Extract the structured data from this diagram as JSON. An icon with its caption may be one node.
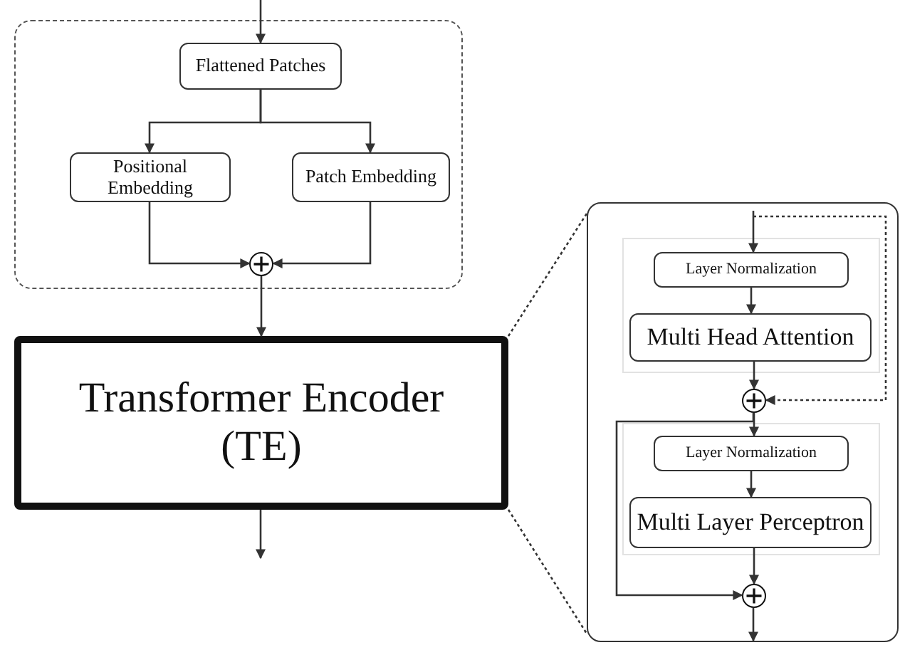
{
  "diagram": {
    "nodes": [
      {
        "text": [],
        "shape": "box"
      },
      {
        "text": [
          "Flattened Patches"
        ],
        "in": 0
      },
      {
        "text": [
          "Positional Embedding"
        ],
        "in": 0
      },
      {
        "text": [
          "Patch Embedding"
        ],
        "in": 0
      },
      {
        "text": [],
        "shape": "circle",
        "in": 0
      },
      {
        "text": [
          "Transformer Encoder (TE)"
        ]
      },
      {
        "text": [],
        "shape": "box"
      },
      {
        "text": [],
        "shape": "box",
        "in": 6
      },
      {
        "text": [
          "Layer Normalization"
        ],
        "in": 7
      },
      {
        "text": [
          "Multi Head Attention"
        ],
        "in": 7
      },
      {
        "text": [],
        "shape": "circle",
        "in": 6
      },
      {
        "text": [],
        "shape": "box",
        "in": 6
      },
      {
        "text": [
          "Layer Normalization"
        ],
        "in": 11
      },
      {
        "text": [
          "Multi Layer Perceptron"
        ],
        "in": 11
      },
      {
        "text": [],
        "shape": "circle",
        "in": 6
      }
    ],
    "edges": [
      {
        "from": null,
        "to": 1,
        "arrow": "to"
      },
      {
        "from": 1,
        "to": 2,
        "arrow": "to"
      },
      {
        "from": 1,
        "to": 3,
        "arrow": "to"
      },
      {
        "from": 2,
        "to": 4,
        "arrow": "to"
      },
      {
        "from": 3,
        "to": 4,
        "arrow": "to"
      },
      {
        "from": 4,
        "to": 5,
        "arrow": "to"
      },
      {
        "from": 5,
        "to": null,
        "arrow": "to"
      },
      {
        "from": 5,
        "to": 6,
        "arrow": "none",
        "style": "dashed"
      },
      {
        "from": 5,
        "to": 6,
        "arrow": "none",
        "style": "dashed"
      },
      {
        "from": null,
        "to": 8,
        "arrow": "to"
      },
      {
        "from": 8,
        "to": 9,
        "arrow": "to"
      },
      {
        "from": 9,
        "to": 10,
        "arrow": "to"
      },
      {
        "from": null,
        "to": 10,
        "arrow": "to",
        "style": "dashed"
      },
      {
        "from": 10,
        "to": 12,
        "arrow": "to"
      },
      {
        "from": 10,
        "to": 14,
        "arrow": "to"
      },
      {
        "from": 12,
        "to": 13,
        "arrow": "to"
      },
      {
        "from": 13,
        "to": 14,
        "arrow": "to"
      },
      {
        "from": 14,
        "to": null,
        "arrow": "to"
      }
    ]
  }
}
